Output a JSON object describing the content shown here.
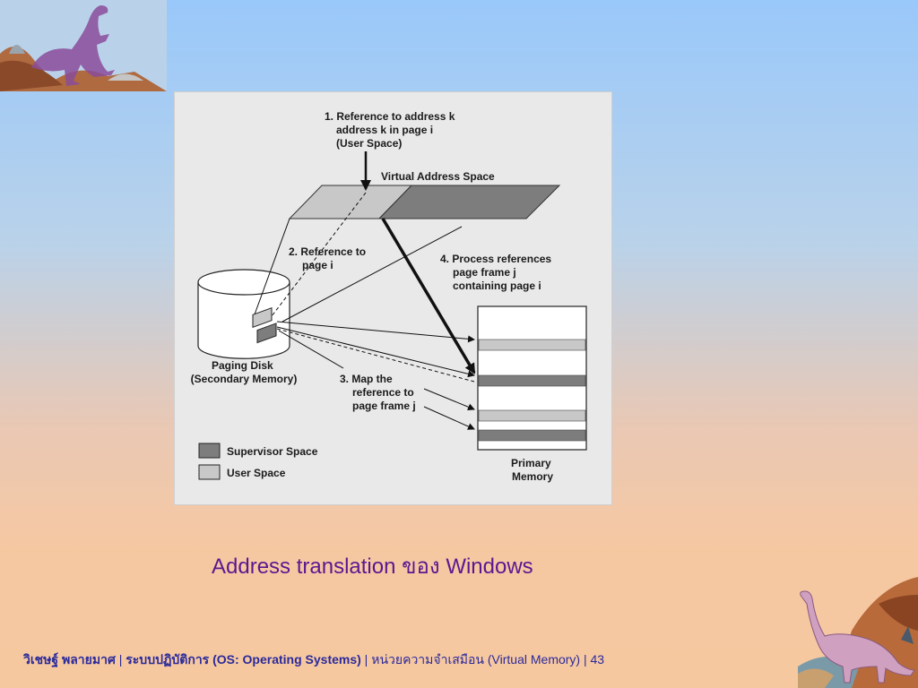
{
  "diagram": {
    "labels": {
      "step1": [
        "1. Reference to address k",
        "address k in page i",
        "(User Space)"
      ],
      "vas": "Virtual Address Space",
      "step2": [
        "2. Reference to",
        "page i"
      ],
      "step4": [
        "4. Process references",
        "page frame j",
        "containing page i"
      ],
      "disk": [
        "Paging Disk",
        "(Secondary Memory)"
      ],
      "step3": [
        "3. Map the",
        "reference to",
        "page frame j"
      ],
      "legend_supervisor": "Supervisor Space",
      "legend_user": "User Space",
      "primary": [
        "Primary",
        "Memory"
      ]
    },
    "colors": {
      "supervisor": "#7d7d7d",
      "user": "#c8c8c8"
    }
  },
  "caption": "Address translation ของ Windows",
  "footer": {
    "author": "วิเชษฐ์ พลายมาศ",
    "sep1": " | ",
    "course": "ระบบปฏิบัติการ (OS: Operating Systems)",
    "sep2": " | ",
    "chapter": "หน่วยความจำเสมือน  (Virtual Memory)",
    "sep3": " | ",
    "page": "43"
  }
}
